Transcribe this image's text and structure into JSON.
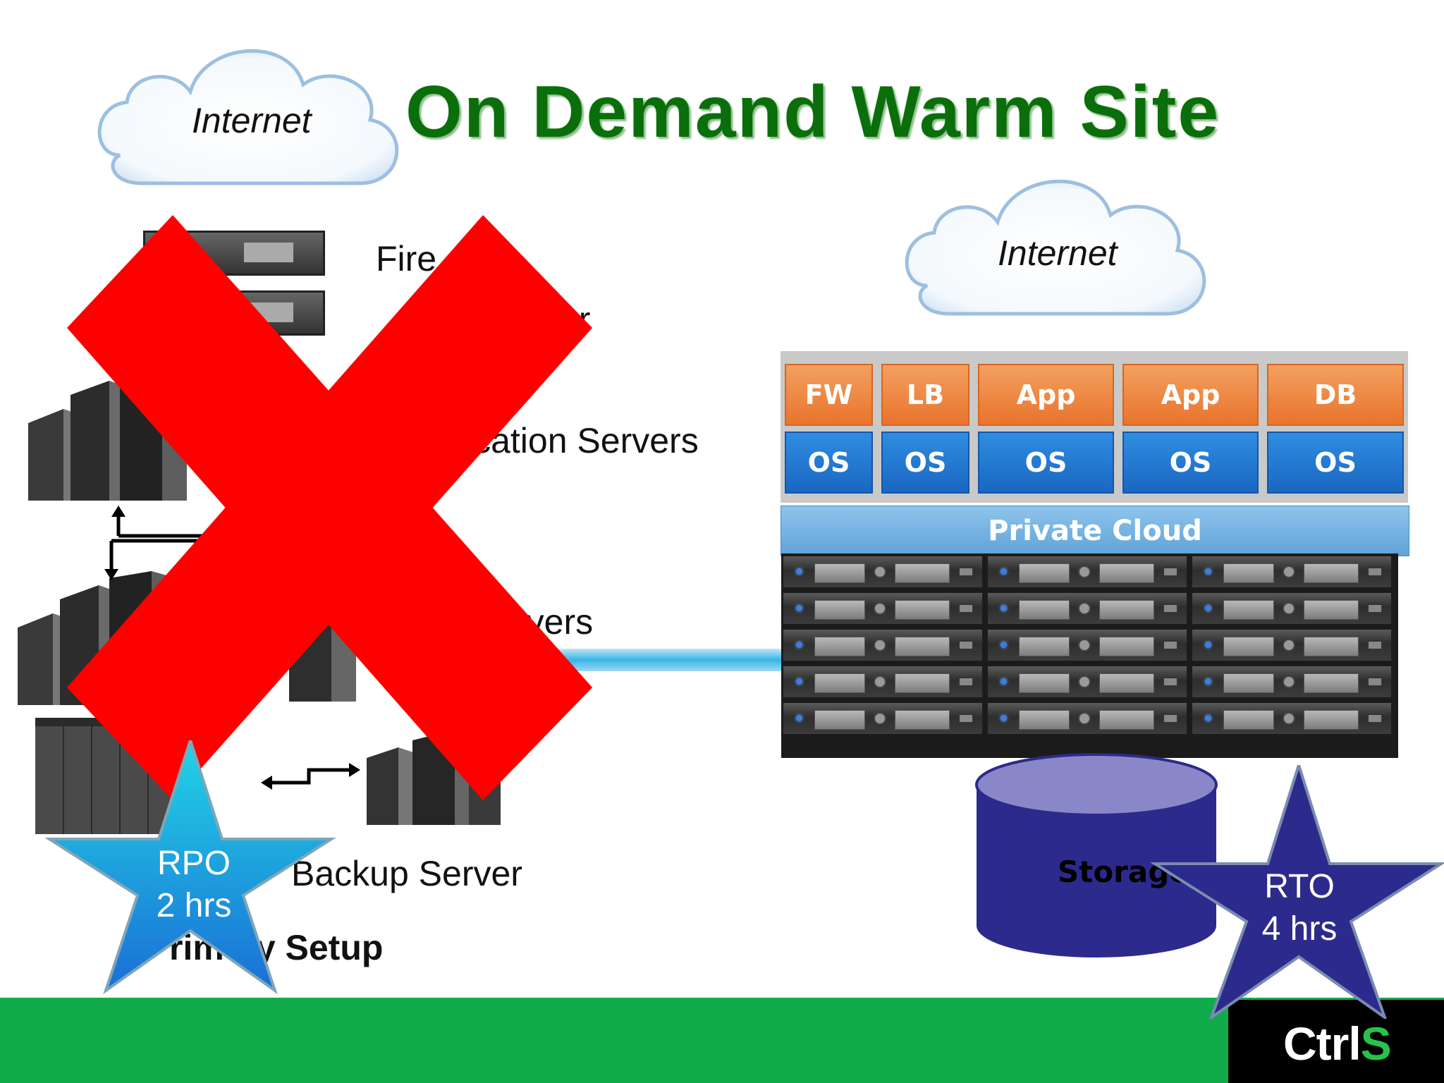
{
  "title": "On Demand Warm Site",
  "clouds": {
    "left": "Internet",
    "right": "Internet"
  },
  "primary_labels": {
    "firewall": "Fire",
    "load_balancer": "er",
    "app_servers": "ication Servers",
    "db_servers": "rvers",
    "backup_server": "Backup Server",
    "setup": "rim",
    "setup_suffix": "y Setup"
  },
  "vm_stack": [
    {
      "app": "FW",
      "os": "OS"
    },
    {
      "app": "LB",
      "os": "OS"
    },
    {
      "app": "App",
      "os": "OS"
    },
    {
      "app": "App",
      "os": "OS"
    },
    {
      "app": "DB",
      "os": "OS"
    }
  ],
  "private_cloud_label": "Private Cloud",
  "storage_label": "Storage",
  "rpo_star": {
    "line1": "RPO",
    "line2": "2 hrs"
  },
  "rto_star": {
    "line1": "RTO",
    "line2": "4 hrs"
  },
  "logo": {
    "part1": "Ctrl",
    "part2": "S"
  },
  "colors": {
    "title_green": "#0a6e0a",
    "cross_red": "#ff0000",
    "footer_green": "#10ac4b",
    "vm_orange": "#e8742c",
    "vm_blue": "#1a67c2",
    "storage_purple": "#2c2a8c",
    "rpo_star": "#1aa6e0",
    "rto_star": "#2c2a8c"
  }
}
